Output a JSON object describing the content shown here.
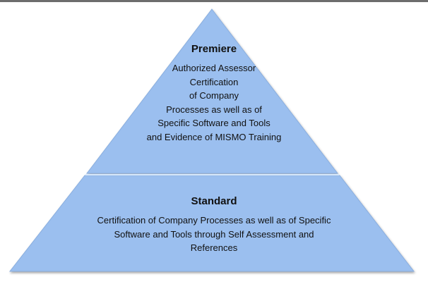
{
  "colors": {
    "fill": "#9bbfef",
    "edge": "#7f9fc9",
    "divider": "#d7e8fb"
  },
  "tiers": [
    {
      "title": "Premiere",
      "lines": [
        "Authorized Assessor",
        "Certification",
        "of Company",
        "Processes as well as of",
        "Specific Software and Tools",
        "and Evidence of MISMO Training"
      ]
    },
    {
      "title": "Standard",
      "lines": [
        "Certification of Company Processes as well as of Specific",
        "Software and Tools through Self Assessment and",
        "References"
      ]
    }
  ]
}
